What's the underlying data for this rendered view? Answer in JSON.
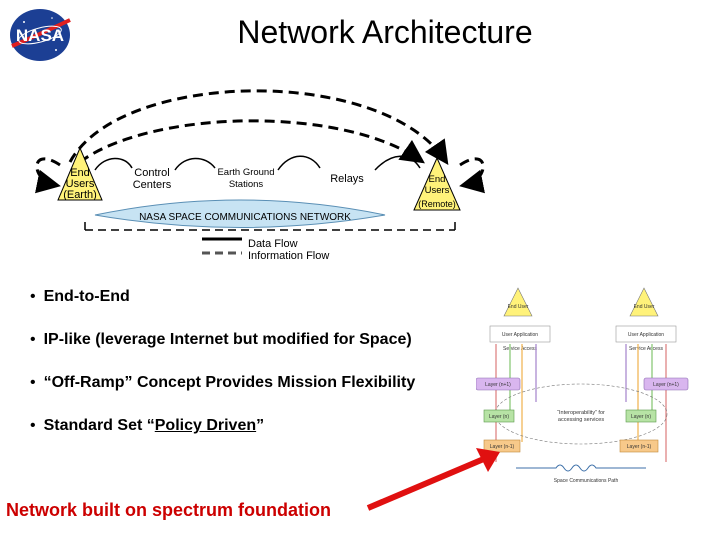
{
  "title": "Network Architecture",
  "logo": {
    "text": "NASA"
  },
  "diagram": {
    "nodes": {
      "end_users_earth": "End Users (Earth)",
      "control_centers": "Control Centers",
      "earth_ground_stations": "Earth Ground Stations",
      "relays": "Relays",
      "end_users_remote": "End Users (Remote)"
    },
    "network_label": "NASA SPACE COMMUNICATIONS NETWORK",
    "legend": {
      "data_flow": "Data Flow",
      "information_flow": "Information Flow"
    }
  },
  "bullets": {
    "b1": "End-to-End",
    "b2": "IP-like (leverage Internet but modified for Space)",
    "b3": "“Off-Ramp” Concept Provides Mission Flexibility",
    "b4_pre": "Standard Set “",
    "b4_u": "Policy Driven",
    "b4_post": "”"
  },
  "mini_diagram": {
    "end_user": "End User",
    "user_application": "User Application",
    "service_access": "Service Access",
    "layer_n1_up": "Layer (n+1)",
    "layer_n": "Layer (n)",
    "layer_n_minus": "Layer (n-1)",
    "center_note": "“Interoperability” for accessing services",
    "path_label": "Space Communications Path"
  },
  "footer": "Network built on spectrum foundation",
  "colors": {
    "accent_red": "#cc0000",
    "triangle_fill": "#fff27a",
    "network_fill": "#c7e3f3"
  }
}
